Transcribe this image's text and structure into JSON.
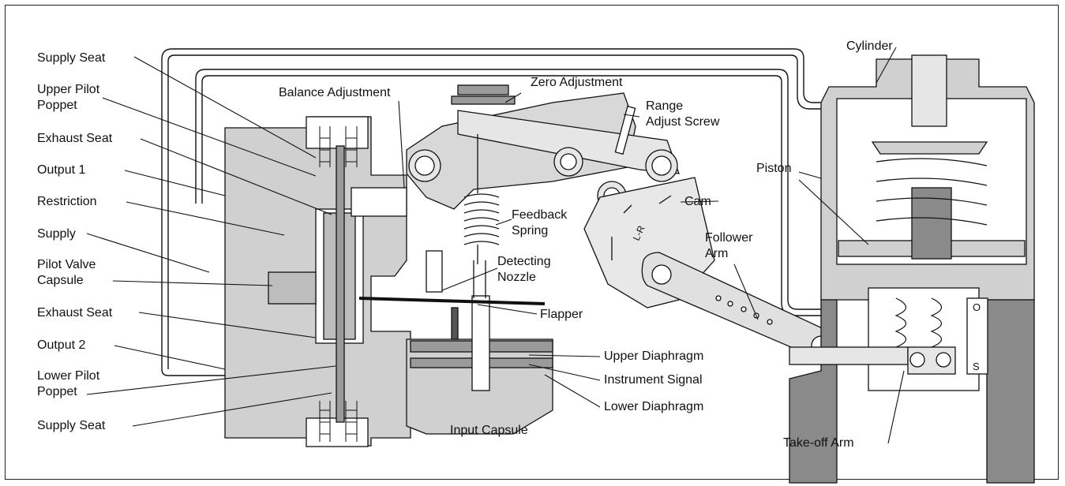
{
  "labels": {
    "supply_seat_top": "Supply Seat",
    "upper_pilot_poppet": "Upper Pilot\nPoppet",
    "exhaust_seat_top": "Exhaust Seat",
    "output_1": "Output 1",
    "restriction": "Restriction",
    "supply": "Supply",
    "pilot_valve_capsule": "Pilot Valve\nCapsule",
    "exhaust_seat_bottom": "Exhaust Seat",
    "output_2": "Output 2",
    "lower_pilot_poppet": "Lower Pilot\nPoppet",
    "supply_seat_bottom": "Supply Seat",
    "balance_adjustment": "Balance Adjustment",
    "zero_adjustment": "Zero Adjustment",
    "range_adjust_screw": "Range\nAdjust Screw",
    "feedback_spring": "Feedback\nSpring",
    "detecting_nozzle": "Detecting\nNozzle",
    "flapper": "Flapper",
    "upper_diaphragm": "Upper Diaphragm",
    "instrument_signal": "Instrument Signal",
    "lower_diaphragm": "Lower Diaphragm",
    "input_capsule": "Input Capsule",
    "cylinder": "Cylinder",
    "piston": "Piston",
    "cam": "Cam",
    "follower_arm": "Follower\nArm",
    "take_off_arm": "Take-off Arm",
    "cam_mark": "L-R",
    "scale_top": "O",
    "scale_bottom": "S"
  },
  "colors": {
    "body_gray": "#d0d0d0",
    "dark_gray": "#8a8a8a",
    "line": "#111111"
  }
}
